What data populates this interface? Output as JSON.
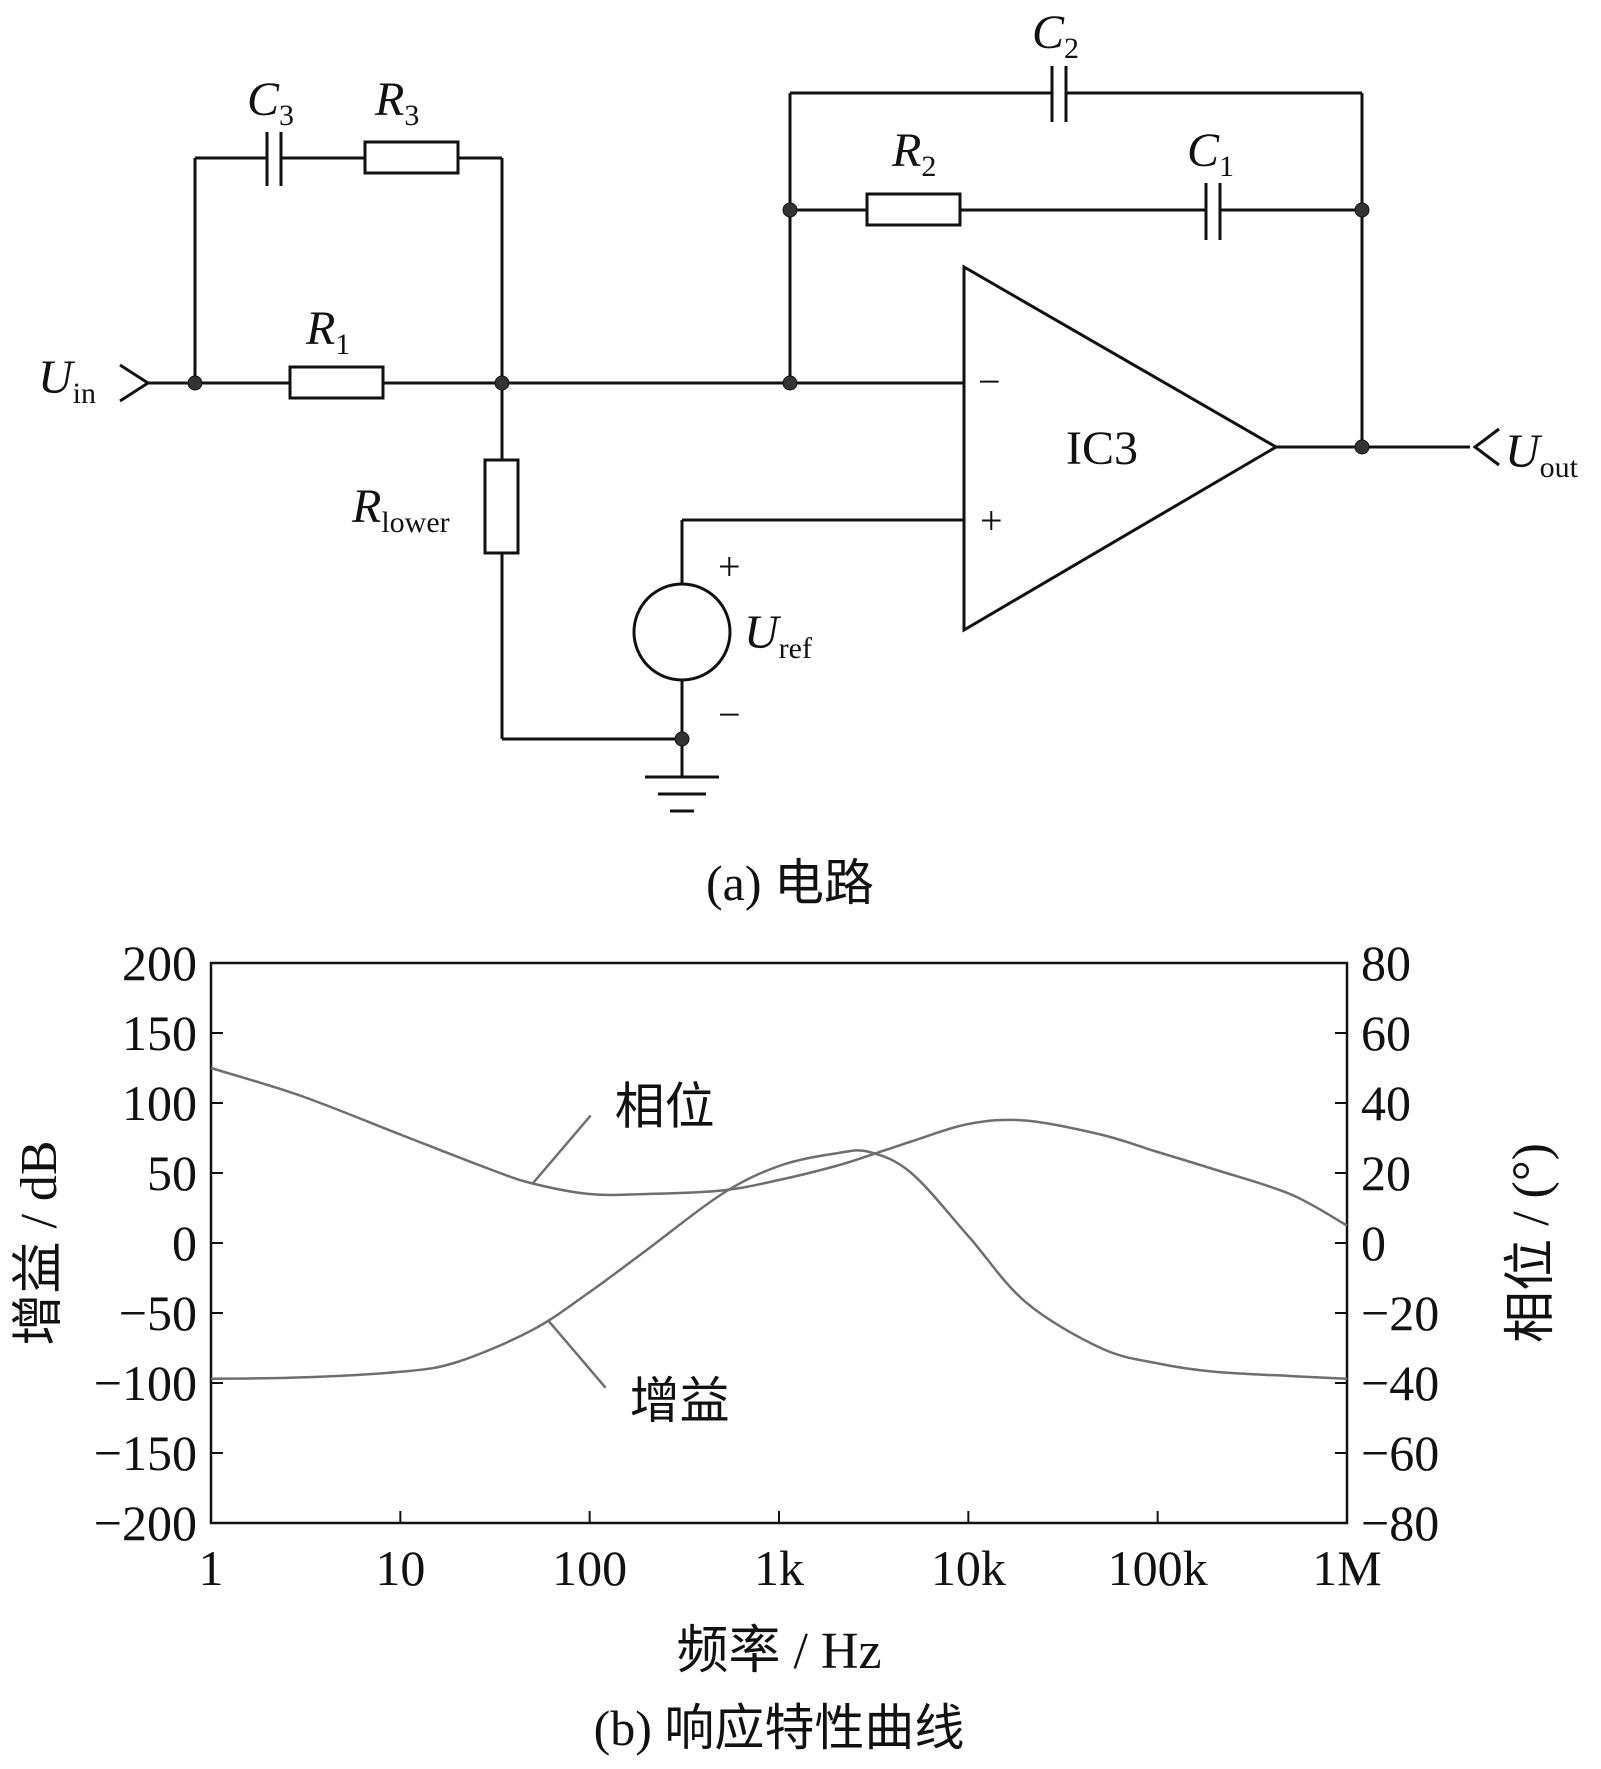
{
  "circuit": {
    "input_label": "U",
    "input_sub": "in",
    "output_label": "U",
    "output_sub": "out",
    "r1": {
      "main": "R",
      "sub": "1"
    },
    "r2": {
      "main": "R",
      "sub": "2"
    },
    "r3": {
      "main": "R",
      "sub": "3"
    },
    "rlower": {
      "main": "R",
      "sub": "lower"
    },
    "c1": {
      "main": "C",
      "sub": "1"
    },
    "c2": {
      "main": "C",
      "sub": "2"
    },
    "c3": {
      "main": "C",
      "sub": "3"
    },
    "opamp_label": "IC3",
    "opamp_minus": "−",
    "opamp_plus": "+",
    "uref": {
      "main": "U",
      "sub": "ref",
      "plus": "+",
      "minus": "−"
    },
    "caption": "(a)  电路"
  },
  "chart_data": {
    "type": "line",
    "caption": "(b)  响应特性曲线",
    "xlabel": "频率 / Hz",
    "ylabel_left": "增益 / dB",
    "ylabel_right": "相位 / (°)",
    "x_scale": "log",
    "xlim": [
      1,
      1000000
    ],
    "x_ticks": [
      1,
      10,
      100,
      1000,
      10000,
      100000,
      1000000
    ],
    "x_tick_labels": [
      "1",
      "10",
      "100",
      "1k",
      "10k",
      "100k",
      "1M"
    ],
    "ylim_left": [
      -200,
      200
    ],
    "y_ticks_left": [
      200,
      150,
      100,
      50,
      0,
      -50,
      -100,
      -150,
      -200
    ],
    "y_tick_labels_left": [
      "200",
      "150",
      "100",
      "50",
      "0",
      "−50",
      "−100",
      "−150",
      "−200"
    ],
    "ylim_right": [
      -80,
      80
    ],
    "y_ticks_right": [
      80,
      60,
      40,
      20,
      0,
      -20,
      -40,
      -60,
      -80
    ],
    "y_tick_labels_right": [
      "80",
      "60",
      "40",
      "20",
      "0",
      "−20",
      "−40",
      "−60",
      "−80"
    ],
    "grid": false,
    "series": [
      {
        "name": "增益",
        "axis": "left",
        "x": [
          1,
          3,
          10,
          20,
          50,
          100,
          200,
          500,
          1000,
          2000,
          3000,
          5000,
          10000,
          20000,
          50000,
          100000,
          200000,
          500000,
          1000000
        ],
        "y": [
          -97,
          -96,
          -92,
          -85,
          -62,
          -35,
          -5,
          35,
          55,
          64,
          65,
          50,
          5,
          -42,
          -75,
          -86,
          -92,
          -95,
          -97
        ]
      },
      {
        "name": "相位",
        "axis": "right",
        "x": [
          1,
          3,
          10,
          30,
          50,
          100,
          200,
          500,
          1000,
          2000,
          3000,
          5000,
          10000,
          20000,
          50000,
          100000,
          200000,
          500000,
          1000000
        ],
        "y": [
          50,
          42,
          31,
          21,
          17,
          14,
          14,
          15,
          18,
          22,
          25,
          29,
          34,
          35,
          31,
          26,
          21,
          14,
          5
        ]
      }
    ],
    "annotations": [
      {
        "text": "相位",
        "x": 50,
        "series": "相位"
      },
      {
        "text": "增益",
        "x": 60,
        "series": "增益"
      }
    ]
  }
}
